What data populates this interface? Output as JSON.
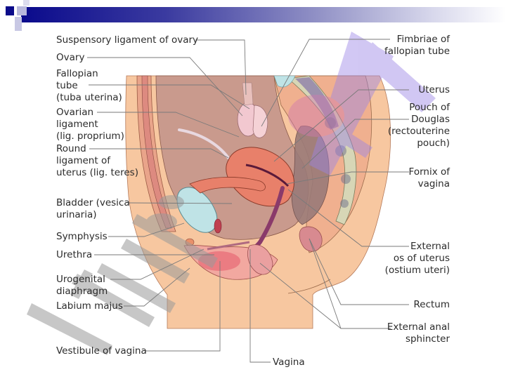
{
  "slide": {
    "header_colors": {
      "dark": "#0a0a8c",
      "light": "#d8d8ec"
    }
  },
  "diagram": {
    "title": "Female pelvis, median sagittal section",
    "left_labels": [
      {
        "id": "suspensory-ligament",
        "text": "Suspensory ligament of ovary"
      },
      {
        "id": "ovary",
        "text": "Ovary"
      },
      {
        "id": "fallopian-tube",
        "text": "Fallopian\ntube\n(tuba uterina)"
      },
      {
        "id": "ovarian-ligament",
        "text": "Ovarian\nligament\n(lig. proprium)"
      },
      {
        "id": "round-ligament",
        "text": "Round\nligament of\nuterus (lig. teres)"
      },
      {
        "id": "bladder",
        "text": "Bladder (vesica\nurinaria)"
      },
      {
        "id": "symphysis",
        "text": "Symphysis"
      },
      {
        "id": "urethra",
        "text": "Urethra"
      },
      {
        "id": "urogenital-diaphragm",
        "text": "Urogenital\ndiaphragm"
      },
      {
        "id": "labium-majus",
        "text": "Labium majus"
      },
      {
        "id": "vestibule",
        "text": "Vestibule of vagina"
      }
    ],
    "right_labels": [
      {
        "id": "fimbriae",
        "text": "Fimbriae of\nfallopian tube"
      },
      {
        "id": "uterus",
        "text": "Uterus"
      },
      {
        "id": "pouch-of-douglas",
        "text": "Pouch of\nDouglas\n(rectouterine\npouch)"
      },
      {
        "id": "fornix",
        "text": "Fornix of\nvagina"
      },
      {
        "id": "external-os",
        "text": "External\nos of uterus\n(ostium uteri)"
      },
      {
        "id": "rectum",
        "text": "Rectum"
      },
      {
        "id": "external-anal-sphincter",
        "text": "External anal\nsphincter"
      }
    ],
    "bottom_labels": [
      {
        "id": "vagina",
        "text": "Vagina"
      }
    ],
    "colors": {
      "skin": "#f7c7a0",
      "tissue": "#eea285",
      "peritoneum": "#c89a8a",
      "uterus": "#e8806a",
      "bladder": "#bfe3e6",
      "spine_bone": "#d7d6b6",
      "leader_line": "#7a7a7a",
      "watermark_gray": "#b4b4b4",
      "watermark_purple": "#b9a6f0"
    }
  }
}
